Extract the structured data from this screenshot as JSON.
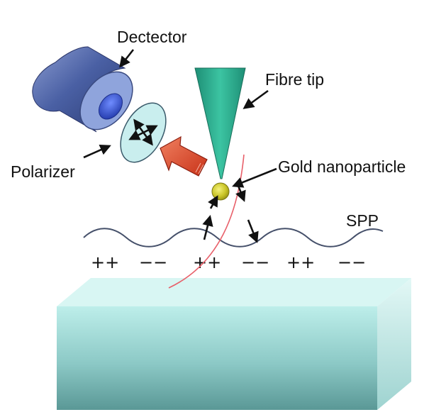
{
  "labels": {
    "detector": "Dectector",
    "fibre_tip": "Fibre tip",
    "polarizer": "Polarizer",
    "gold_nanoparticle": "Gold nanoparticle",
    "spp": "SPP"
  },
  "charges": [
    "++",
    "−−",
    "++",
    "−−",
    "++",
    "−−"
  ],
  "colors": {
    "detector_body": "#3f5494",
    "detector_lens": "#2f49c4",
    "fibre_tip": "#2aa588",
    "polarizer": "#c7ecec",
    "emission_arrow": "#e0452a",
    "gold_particle": "#c9c427",
    "substrate_top": "#c9f1ee",
    "substrate_bottom": "#5a9a98",
    "red_curve": "#e8606a"
  },
  "icons": [
    "detector-icon",
    "polarizer-icon",
    "fibre-tip-icon",
    "emission-arrow-icon",
    "gold-nanoparticle-icon"
  ]
}
